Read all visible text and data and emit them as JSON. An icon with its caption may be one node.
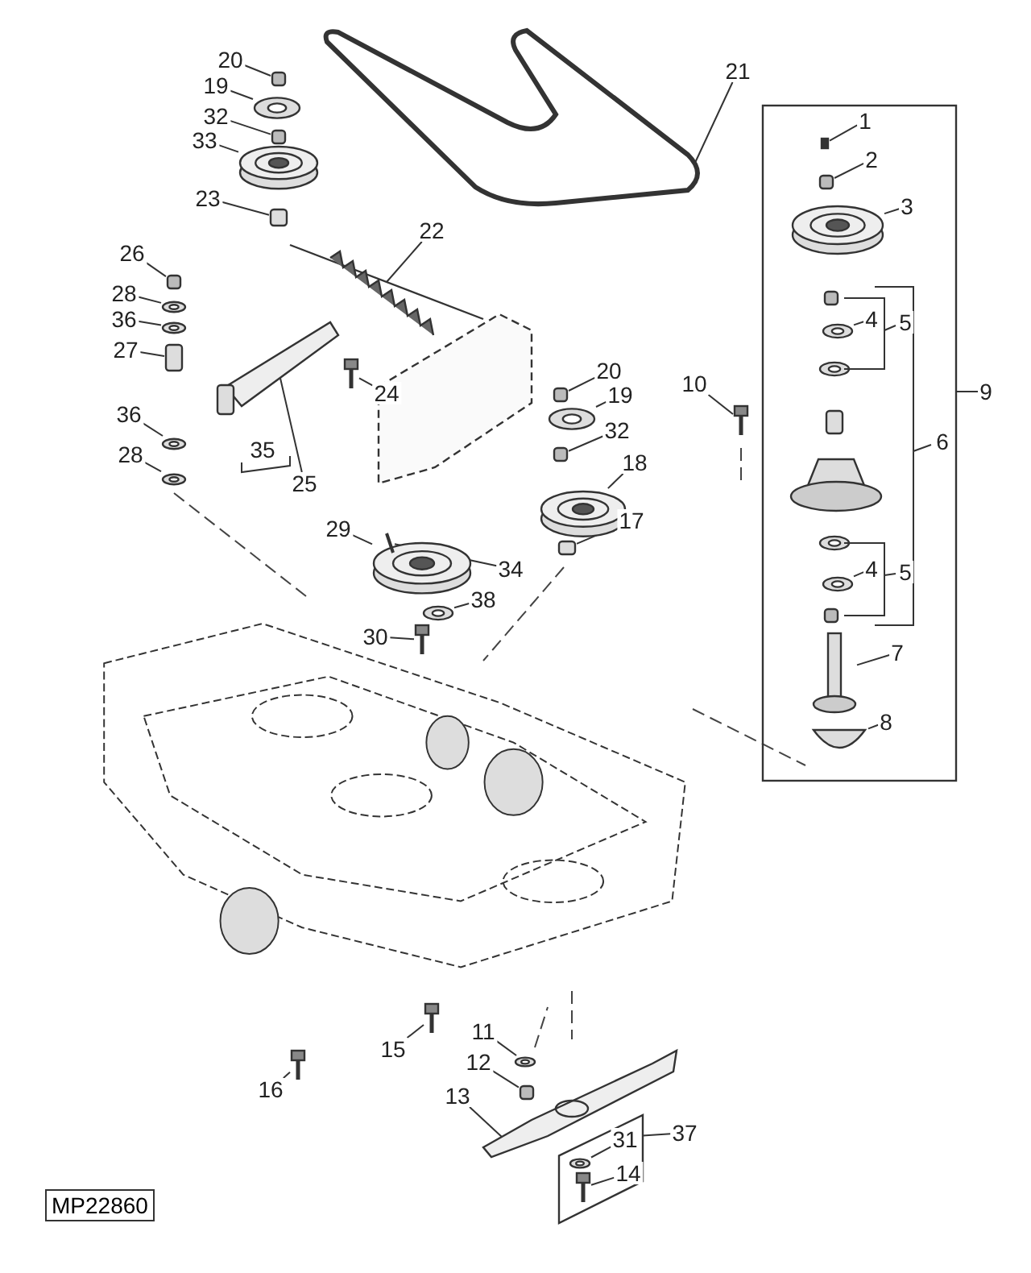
{
  "diagram": {
    "nodes": [
      {
        "text": [
          "20"
        ]
      },
      {
        "text": [
          "19"
        ]
      },
      {
        "text": [
          "32"
        ]
      },
      {
        "text": [
          "33"
        ]
      },
      {
        "text": [
          "23"
        ]
      },
      {
        "text": [
          "21"
        ]
      },
      {
        "text": [],
        "shape": "box"
      },
      {
        "text": [
          "1"
        ],
        "in": 6
      },
      {
        "text": [
          "2"
        ],
        "in": 6
      },
      {
        "text": [
          "3"
        ],
        "in": 6
      },
      {
        "text": [
          "4"
        ],
        "in": 6
      },
      {
        "text": [
          "5"
        ],
        "in": 6
      },
      {
        "text": [
          "6"
        ],
        "in": 6
      },
      {
        "text": [
          "4"
        ],
        "in": 6
      },
      {
        "text": [
          "5"
        ],
        "in": 6
      },
      {
        "text": [
          "7"
        ],
        "in": 6
      },
      {
        "text": [
          "8"
        ],
        "in": 6
      },
      {
        "text": [
          "9"
        ]
      },
      {
        "text": [
          "10"
        ]
      },
      {
        "text": [
          "22"
        ]
      },
      {
        "text": [
          "26"
        ]
      },
      {
        "text": [
          "28"
        ]
      },
      {
        "text": [
          "36"
        ]
      },
      {
        "text": [
          "27"
        ]
      },
      {
        "text": [
          "24"
        ]
      },
      {
        "text": [
          "36"
        ]
      },
      {
        "text": [
          "28"
        ]
      },
      {
        "text": [
          "35"
        ]
      },
      {
        "text": [
          "25"
        ]
      },
      {
        "text": [
          "20"
        ]
      },
      {
        "text": [
          "19"
        ]
      },
      {
        "text": [
          "32"
        ]
      },
      {
        "text": [
          "18"
        ]
      },
      {
        "text": [
          "17"
        ]
      },
      {
        "text": [
          "29"
        ]
      },
      {
        "text": [
          "34"
        ]
      },
      {
        "text": [
          "38"
        ]
      },
      {
        "text": [
          "30"
        ]
      },
      {
        "text": [
          "16"
        ]
      },
      {
        "text": [
          "15"
        ]
      },
      {
        "text": [
          "11"
        ]
      },
      {
        "text": [
          "12"
        ]
      },
      {
        "text": [
          "13"
        ]
      },
      {
        "text": [],
        "shape": "box"
      },
      {
        "text": [
          "31"
        ],
        "in": 43
      },
      {
        "text": [
          "14"
        ],
        "in": 43
      },
      {
        "text": [
          "37"
        ]
      },
      {
        "text": [],
        "shape": "box"
      },
      {
        "text": [],
        "shape": "picture"
      },
      {
        "text": [],
        "shape": "box"
      },
      {
        "text": [],
        "shape": "picture"
      },
      {
        "text": [],
        "shape": "box"
      },
      {
        "text": [],
        "shape": "picture"
      },
      {
        "text": [],
        "shape": "box",
        "in": 6
      },
      {
        "text": [],
        "shape": "box",
        "in": 6
      },
      {
        "text": [],
        "shape": "picture",
        "in": 6
      },
      {
        "text": [],
        "shape": "picture",
        "in": 6
      },
      {
        "text": [],
        "shape": "picture",
        "in": 6
      },
      {
        "text": [],
        "shape": "picture",
        "in": 6
      },
      {
        "text": [],
        "shape": "picture",
        "in": 6
      },
      {
        "text": [],
        "shape": "picture"
      },
      {
        "text": [],
        "shape": "picture"
      },
      {
        "text": [],
        "shape": "box"
      },
      {
        "text": [],
        "shape": "picture"
      },
      {
        "text": [],
        "shape": "picture"
      },
      {
        "text": [],
        "shape": "box"
      },
      {
        "text": [],
        "shape": "picture"
      },
      {
        "text": [],
        "shape": "picture"
      },
      {
        "text": [],
        "shape": "picture"
      },
      {
        "text": [],
        "shape": "picture"
      },
      {
        "text": [],
        "shape": "box"
      },
      {
        "text": [],
        "shape": "picture"
      },
      {
        "text": [],
        "shape": "box"
      },
      {
        "text": [],
        "shape": "picture"
      },
      {
        "text": [],
        "shape": "box"
      },
      {
        "text": [],
        "shape": "picture"
      },
      {
        "text": [],
        "shape": "picture"
      },
      {
        "text": [],
        "shape": "picture"
      },
      {
        "text": [],
        "shape": "picture"
      },
      {
        "text": [],
        "shape": "picture"
      },
      {
        "text": [],
        "shape": "picture"
      },
      {
        "text": [],
        "shape": "picture"
      },
      {
        "text": [],
        "shape": "box"
      },
      {
        "text": [],
        "shape": "picture"
      },
      {
        "text": [],
        "shape": "picture",
        "in": 43
      },
      {
        "text": [],
        "shape": "picture",
        "in": 43
      },
      {
        "text": [],
        "shape": "picture"
      }
    ],
    "edges": [
      {
        "from": 0,
        "to": 47,
        "arrow": "none"
      },
      {
        "from": 1,
        "to": 48,
        "arrow": "none"
      },
      {
        "from": 2,
        "to": 49,
        "arrow": "none"
      },
      {
        "from": 3,
        "to": 50,
        "arrow": "none"
      },
      {
        "from": 4,
        "to": 51,
        "arrow": "none"
      },
      {
        "from": 5,
        "to": 52,
        "arrow": "none"
      },
      {
        "from": 7,
        "to": 53,
        "arrow": "none"
      },
      {
        "from": 8,
        "to": 54,
        "arrow": "none"
      },
      {
        "from": 9,
        "to": 55,
        "arrow": "none"
      },
      {
        "from": 10,
        "to": 56,
        "arrow": "none"
      },
      {
        "from": 13,
        "to": 57,
        "arrow": "none"
      },
      {
        "from": 15,
        "to": 58,
        "arrow": "none"
      },
      {
        "from": 16,
        "to": 59,
        "arrow": "none"
      },
      {
        "from": 17,
        "to": 6,
        "arrow": "none"
      },
      {
        "from": 18,
        "to": 60,
        "arrow": "none"
      },
      {
        "from": 19,
        "to": 61,
        "arrow": "none"
      },
      {
        "from": 20,
        "to": 62,
        "arrow": "none"
      },
      {
        "from": 21,
        "to": 63,
        "arrow": "none"
      },
      {
        "from": 22,
        "to": 64,
        "arrow": "none"
      },
      {
        "from": 23,
        "to": 65,
        "arrow": "none"
      },
      {
        "from": 24,
        "to": 66,
        "arrow": "none"
      },
      {
        "from": 25,
        "to": 67,
        "arrow": "none"
      },
      {
        "from": 26,
        "to": 68,
        "arrow": "none"
      },
      {
        "from": 28,
        "to": 69,
        "arrow": "none"
      },
      {
        "from": 29,
        "to": 70,
        "arrow": "none"
      },
      {
        "from": 30,
        "to": 71,
        "arrow": "none"
      },
      {
        "from": 31,
        "to": 72,
        "arrow": "none"
      },
      {
        "from": 32,
        "to": 73,
        "arrow": "none"
      },
      {
        "from": 33,
        "to": 74,
        "arrow": "none"
      },
      {
        "from": 34,
        "to": 75,
        "arrow": "none"
      },
      {
        "from": 35,
        "to": 76,
        "arrow": "none"
      },
      {
        "from": 36,
        "to": 77,
        "arrow": "none"
      },
      {
        "from": 37,
        "to": 78,
        "arrow": "none"
      },
      {
        "from": 38,
        "to": 79,
        "arrow": "none"
      },
      {
        "from": 39,
        "to": 80,
        "arrow": "none"
      },
      {
        "from": 40,
        "to": 81,
        "arrow": "none"
      },
      {
        "from": 41,
        "to": 82,
        "arrow": "none"
      },
      {
        "from": 42,
        "to": 83,
        "arrow": "none"
      },
      {
        "from": 44,
        "to": 84,
        "arrow": "none"
      },
      {
        "from": 45,
        "to": 85,
        "arrow": "none"
      },
      {
        "from": 46,
        "to": 43,
        "arrow": "none"
      }
    ],
    "labels": [
      "MP22860"
    ]
  }
}
